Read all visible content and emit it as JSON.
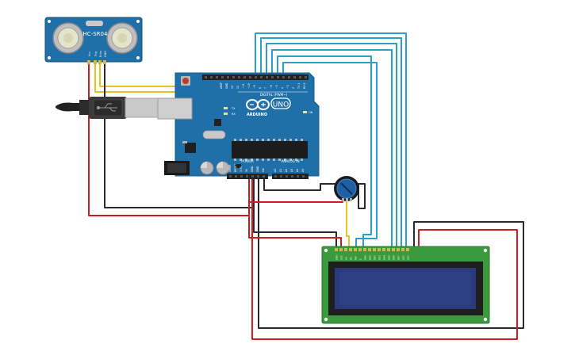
{
  "sensor": {
    "model": "HC-SR04",
    "pins": [
      "Vcc",
      "Trig",
      "Echo",
      "GND"
    ]
  },
  "arduino": {
    "brand": "ARDUINO",
    "model": "UNO",
    "digital_label": "DIGITAL (PWM~)",
    "power_label": "POWER",
    "analog_label": "ANALOG IN",
    "tx_label": "TX",
    "rx_label": "RX",
    "on_label": "ON",
    "digital_pins": [
      "AREF",
      "GND",
      "13",
      "12",
      "~11",
      "~10",
      "~9",
      "8",
      "7",
      "~6",
      "~5",
      "4",
      "~3",
      "2",
      "TX 1",
      "RX 0"
    ],
    "power_pins": [
      "IOREF",
      "RESET",
      "3.3V",
      "5V",
      "GND",
      "GND",
      "Vin"
    ],
    "analog_pins": [
      "A0",
      "A1",
      "A2",
      "A3",
      "A4",
      "A5"
    ]
  },
  "lcd": {
    "pins": [
      "GND",
      "VCC",
      "V0",
      "RS",
      "RW",
      "E",
      "DB0",
      "DB1",
      "DB2",
      "DB3",
      "DB4",
      "DB5",
      "DB6",
      "DB7",
      "LED",
      "LED"
    ]
  },
  "colors": {
    "board_blue": "#1f6fa8",
    "wire_red": "#d01c1c",
    "wire_black": "#2b2b2b",
    "wire_blue": "#2a9fd1",
    "wire_yellow": "#e8c31d",
    "lcd_pcb": "#3c9a3e",
    "lcd_screen": "#2b3a7a"
  }
}
